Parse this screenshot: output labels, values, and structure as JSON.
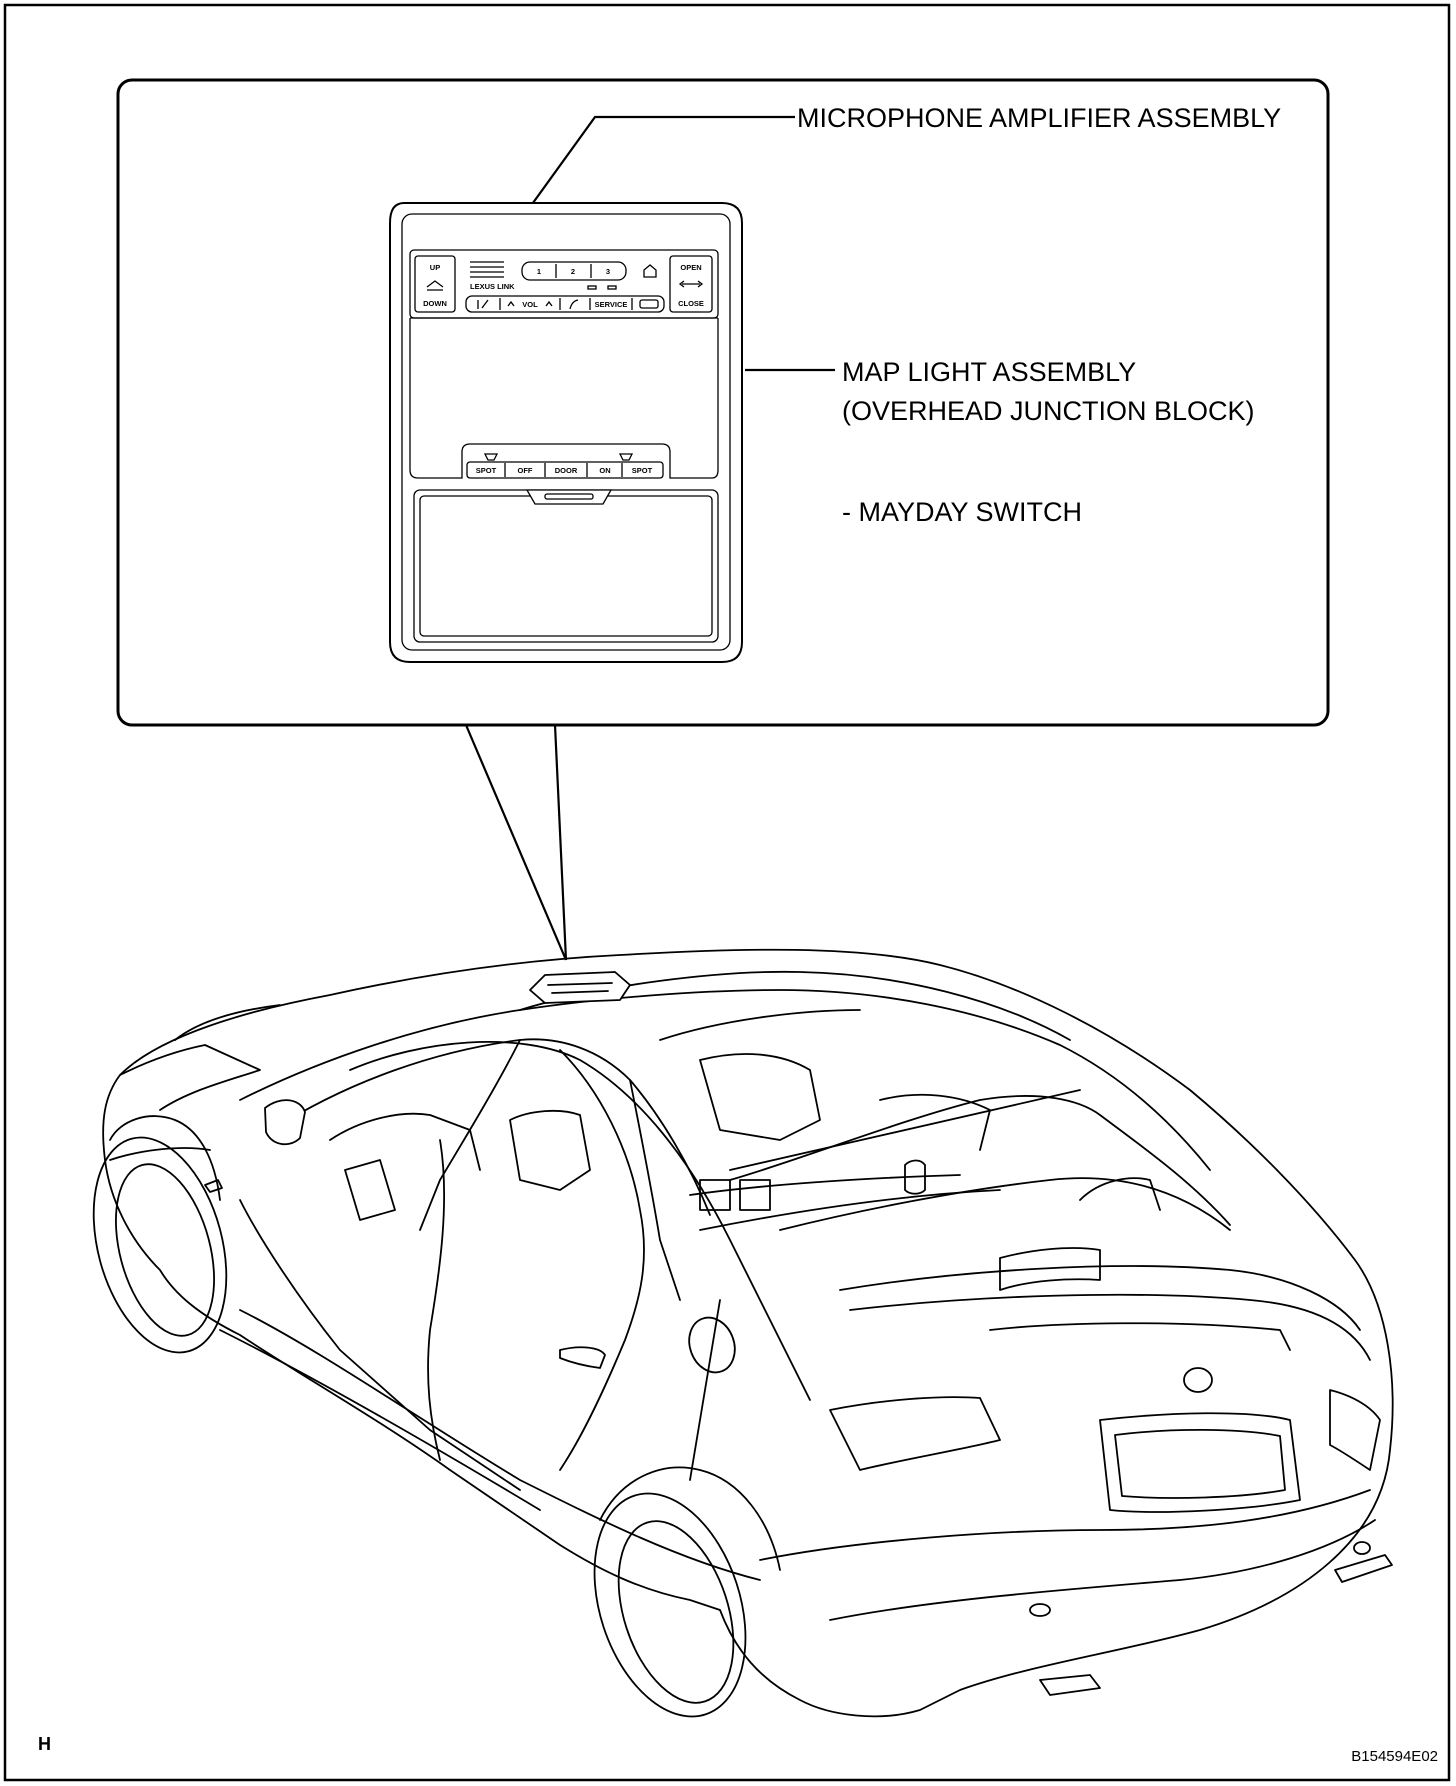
{
  "labels": {
    "microphone_amplifier": "MICROPHONE AMPLIFIER ASSEMBLY",
    "map_light_line1": "MAP LIGHT ASSEMBLY",
    "map_light_line2": "(OVERHEAD JUNCTION BLOCK)",
    "mayday_switch": "- MAYDAY SWITCH"
  },
  "panel_buttons": {
    "sunroof_up": "UP",
    "sunroof_down": "DOWN",
    "brand": "LEXUS LINK",
    "preset_1": "1",
    "preset_2": "2",
    "preset_3": "3",
    "vol": "VOL",
    "sunshade_open": "OPEN",
    "sunshade_close": "CLOSE",
    "service": "SERVICE",
    "light_spot_left": "SPOT",
    "light_off": "OFF",
    "light_door": "DOOR",
    "light_on": "ON",
    "light_spot_right": "SPOT"
  },
  "footer": {
    "corner_letter": "H",
    "figure_code": "B154594E02"
  },
  "icons": [
    "up-arrow-icon",
    "home-icon",
    "lr-arrow-icon",
    "voice-icon",
    "phone-icon",
    "car-icon",
    "map-lamp-icon"
  ]
}
